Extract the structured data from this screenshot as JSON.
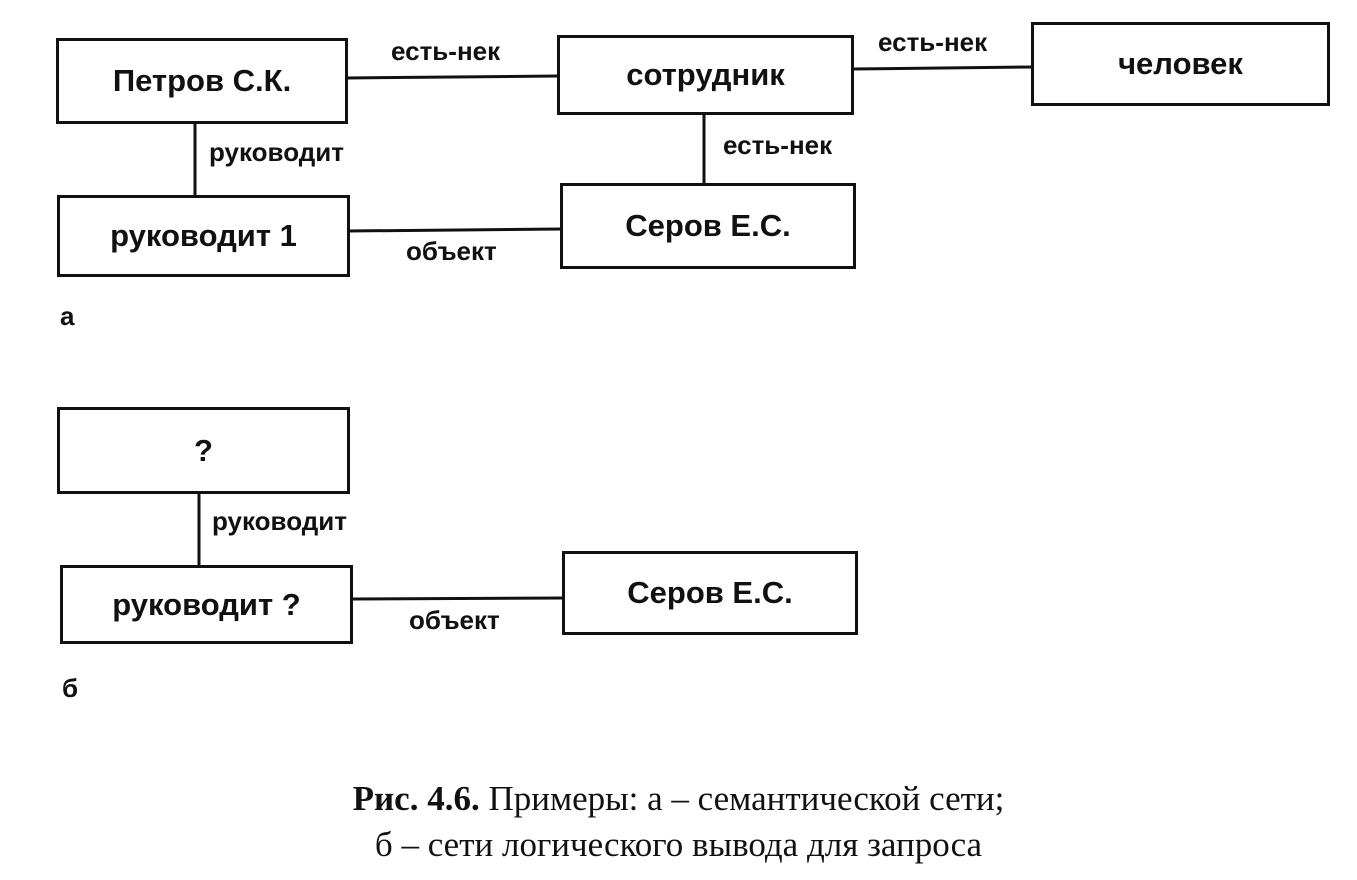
{
  "panel_a": {
    "label": "а",
    "nodes": {
      "petrov": "Петров С.К.",
      "sotrudnik": "сотрудник",
      "chelovek": "человек",
      "rukovodit1": "руководит 1",
      "serov": "Серов Е.С."
    },
    "edges": {
      "petrov_sotrudnik": "есть-нек",
      "sotrudnik_chelovek": "есть-нек",
      "petrov_rukovodit1": "руководит",
      "sotrudnik_serov": "есть-нек",
      "rukovodit1_serov": "объект"
    }
  },
  "panel_b": {
    "label": "б",
    "nodes": {
      "unknown": "?",
      "rukovodit_q": "руководит ?",
      "serov": "Серов Е.С."
    },
    "edges": {
      "unknown_rukovodit": "руководит",
      "rukovodit_serov": "объект"
    }
  },
  "caption": {
    "figure_number": "Рис. 4.6.",
    "line1_text": "Примеры: а – семантической сети;",
    "line2_text": "б – сети логического вывода для запроса"
  }
}
